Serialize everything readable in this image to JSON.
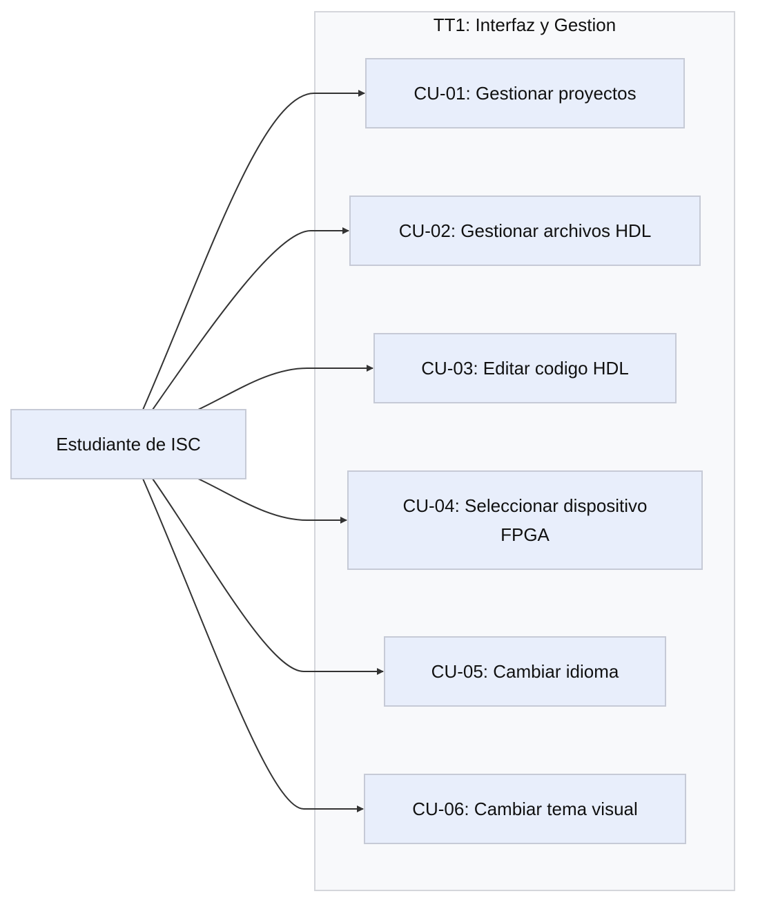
{
  "diagram": {
    "subgraph_title": "TT1: Interfaz y Gestion",
    "actor": {
      "id": "actor",
      "label": "Estudiante de ISC"
    },
    "use_cases": [
      {
        "id": "cu01",
        "label": "CU-01: Gestionar proyectos"
      },
      {
        "id": "cu02",
        "label": "CU-02: Gestionar archivos HDL"
      },
      {
        "id": "cu03",
        "label": "CU-03: Editar codigo HDL"
      },
      {
        "id": "cu04",
        "label": "CU-04: Seleccionar dispositivo FPGA"
      },
      {
        "id": "cu05",
        "label": "CU-05: Cambiar idioma"
      },
      {
        "id": "cu06",
        "label": "CU-06: Cambiar tema visual"
      }
    ],
    "edges": [
      {
        "from": "actor",
        "to": "cu01"
      },
      {
        "from": "actor",
        "to": "cu02"
      },
      {
        "from": "actor",
        "to": "cu03"
      },
      {
        "from": "actor",
        "to": "cu04"
      },
      {
        "from": "actor",
        "to": "cu05"
      },
      {
        "from": "actor",
        "to": "cu06"
      }
    ],
    "colors": {
      "node_fill": "#e8eefb",
      "node_border": "#c6cad6",
      "subgraph_fill": "#f8f9fb",
      "subgraph_border": "#d4d6db",
      "edge": "#333333"
    }
  }
}
